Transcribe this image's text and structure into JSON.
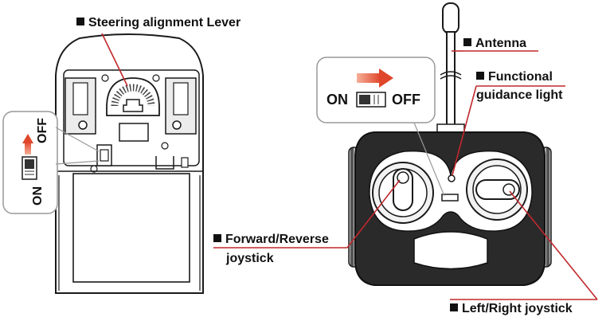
{
  "labels": {
    "steering": "Steering alignment Lever",
    "antenna": "Antenna",
    "functional": "Functional",
    "guidance": "guidance light",
    "forward": "Forward/Reverse",
    "joystick": "joystick",
    "leftright": "Left/Right joystick"
  },
  "switch_car": {
    "on": "ON",
    "off": "OFF"
  },
  "switch_remote": {
    "on": "ON",
    "off": "OFF"
  },
  "colors": {
    "leader": "#c0282c",
    "line": "#1a1a1a",
    "arrow": "#e0462a"
  }
}
